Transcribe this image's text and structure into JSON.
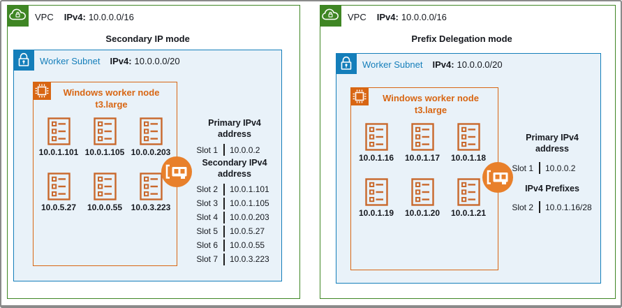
{
  "colors": {
    "vpc_green": "#3F8624",
    "subnet_blue": "#147EBA",
    "subnet_fill": "#E9F2F9",
    "node_orange": "#D86613",
    "pod_orange": "#C9682C",
    "eni_orange": "#E8802B",
    "frame_gray": "#8A8A8A"
  },
  "panels": [
    {
      "vpc": {
        "label": "VPC",
        "ip_label": "IPv4:",
        "ip_value": "10.0.0.0/16"
      },
      "mode_title": "Secondary IP mode",
      "subnet": {
        "label": "Worker Subnet",
        "ip_label": "IPv4:",
        "ip_value": "10.0.0.0/20"
      },
      "worker_node": {
        "title": "Windows worker node",
        "instance_type": "t3.large",
        "pods": [
          "10.0.1.101",
          "10.0.1.105",
          "10.0.0.203",
          "10.0.5.27",
          "10.0.0.55",
          "10.0.3.223"
        ]
      },
      "address_sections": [
        {
          "title": "Primary IPv4 address",
          "rows": [
            {
              "slot": "Slot 1",
              "value": "10.0.0.2"
            }
          ]
        },
        {
          "title": "Secondary IPv4 address",
          "rows": [
            {
              "slot": "Slot 2",
              "value": "10.0.1.101"
            },
            {
              "slot": "Slot 3",
              "value": "10.0.1.105"
            },
            {
              "slot": "Slot 4",
              "value": "10.0.0.203"
            },
            {
              "slot": "Slot 5",
              "value": "10.0.5.27"
            },
            {
              "slot": "Slot 6",
              "value": "10.0.0.55"
            },
            {
              "slot": "Slot 7",
              "value": "10.0.3.223"
            }
          ]
        }
      ]
    },
    {
      "vpc": {
        "label": "VPC",
        "ip_label": "IPv4:",
        "ip_value": "10.0.0.0/16"
      },
      "mode_title": "Prefix Delegation mode",
      "subnet": {
        "label": "Worker Subnet",
        "ip_label": "IPv4:",
        "ip_value": "10.0.0.0/20"
      },
      "worker_node": {
        "title": "Windows worker node",
        "instance_type": "t3.large",
        "pods": [
          "10.0.1.16",
          "10.0.1.17",
          "10.0.1.18",
          "10.0.1.19",
          "10.0.1.20",
          "10.0.1.21"
        ]
      },
      "address_sections": [
        {
          "title": "Primary IPv4 address",
          "rows": [
            {
              "slot": "Slot 1",
              "value": "10.0.0.2"
            }
          ]
        },
        {
          "title": "IPv4 Prefixes",
          "rows": [
            {
              "slot": "Slot 2",
              "value": "10.0.1.16/28"
            }
          ]
        }
      ]
    }
  ]
}
